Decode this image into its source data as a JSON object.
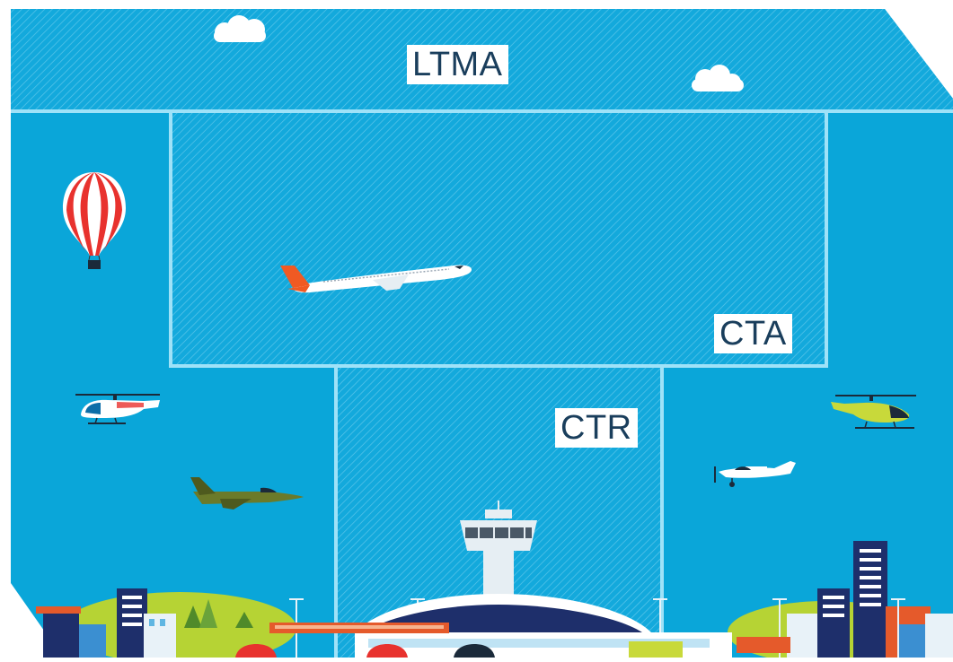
{
  "airspace": {
    "ltma_label": "LTMA",
    "cta_label": "CTA",
    "ctr_label": "CTR"
  },
  "icons": [
    "cloud-icon",
    "hot-air-balloon-icon",
    "airliner-icon",
    "helicopter-icon",
    "fighter-jet-icon",
    "light-aircraft-icon",
    "control-tower-icon",
    "terminal-building-icon",
    "city-skyline-icon"
  ],
  "colors": {
    "sky": "#0aa6d9",
    "zone_border": "#9fe2f8",
    "label_text": "#1a3e5c",
    "balloon_red": "#e8322e",
    "airliner_tail": "#f05a23"
  }
}
